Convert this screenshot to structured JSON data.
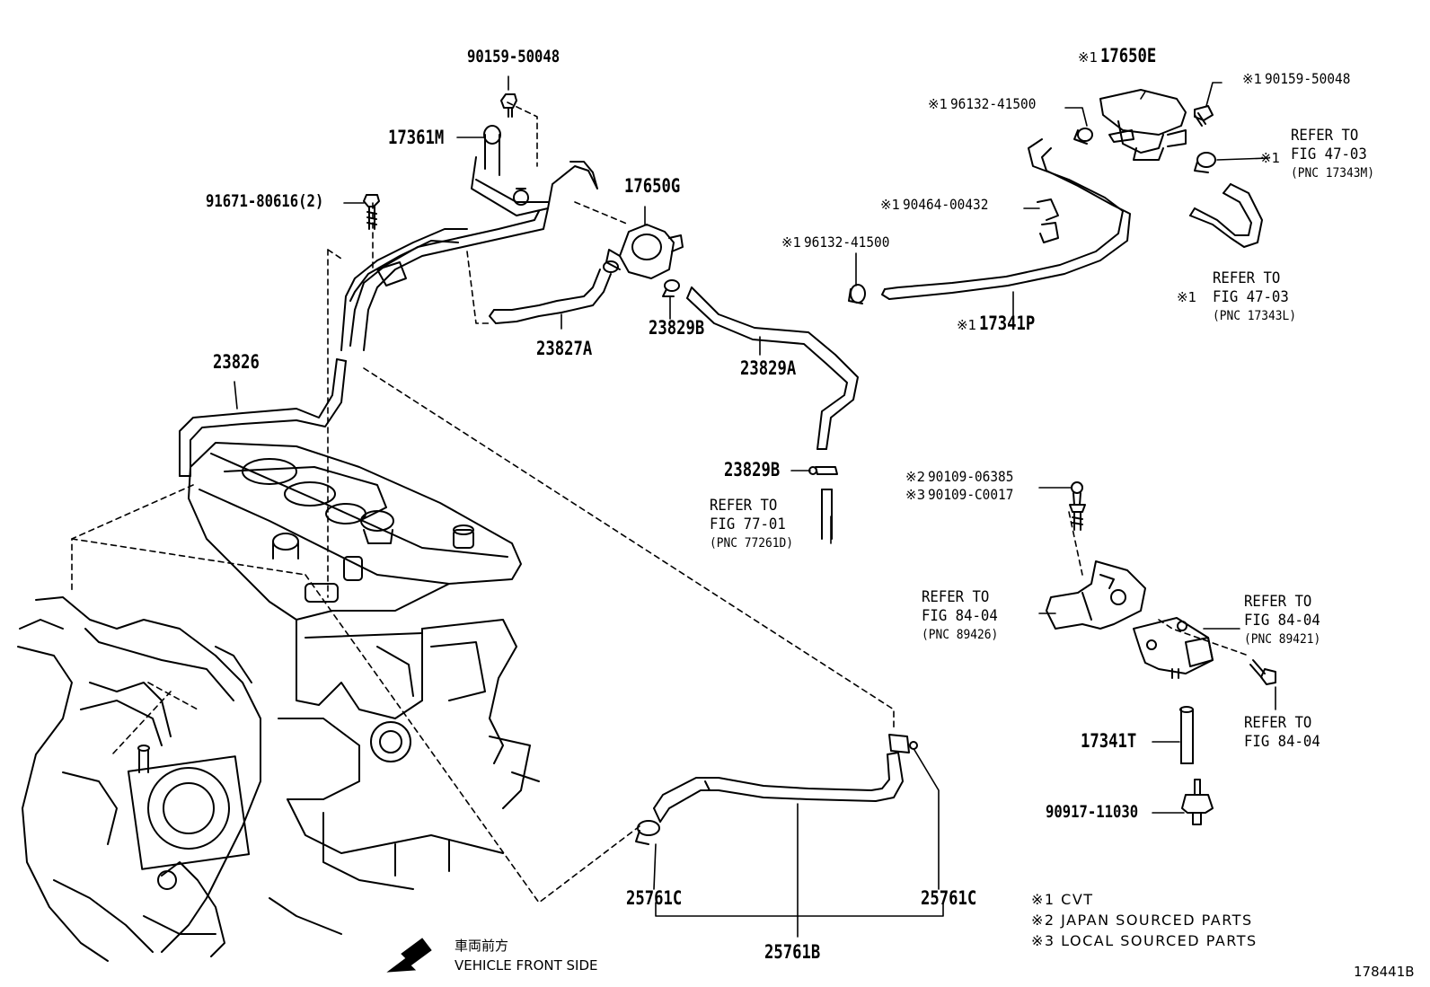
{
  "parts": {
    "p_9015950048_a": "90159-50048",
    "p_17361m": "17361M",
    "p_9167180616": "91671-80616(2)",
    "p_17650g": "17650G",
    "p_23826": "23826",
    "p_23827a": "23827A",
    "p_23829b_a": "23829B",
    "p_23829a": "23829A",
    "p_23829b_b": "23829B",
    "p_17650e": "17650E",
    "p_9613241500_a": "96132-41500",
    "p_9015950048_b": "90159-50048",
    "p_9046400432": "90464-00432",
    "p_9613241500_b": "96132-41500",
    "p_17341p": "17341P",
    "p_9010906385": "90109-06385",
    "p_90109c0017": "90109-C0017",
    "p_17341t": "17341T",
    "p_9091711030": "90917-11030",
    "p_25761c_a": "25761C",
    "p_25761c_b": "25761C",
    "p_25761b": "25761B"
  },
  "marks": {
    "m1": "※1",
    "m2": "※2",
    "m3": "※3"
  },
  "refs": {
    "r_4703_m": {
      "line1": "REFER TO",
      "line2": "FIG 47-03",
      "pnc": "(PNC 17343M)"
    },
    "r_4703_l": {
      "line1": "REFER TO",
      "line2": "FIG 47-03",
      "pnc": "(PNC 17343L)"
    },
    "r_7701": {
      "line1": "REFER TO",
      "line2": "FIG 77-01",
      "pnc": "(PNC 77261D)"
    },
    "r_8404_a": {
      "line1": "REFER TO",
      "line2": "FIG 84-04",
      "pnc": "(PNC 89426)"
    },
    "r_8404_b": {
      "line1": "REFER TO",
      "line2": "FIG 84-04",
      "pnc": "(PNC 89421)"
    },
    "r_8404_c": {
      "line1": "REFER TO",
      "line2": "FIG 84-04"
    }
  },
  "legend": {
    "l1": "※1  CVT",
    "l2": "※2  JAPAN SOURCED PARTS",
    "l3": "※3  LOCAL SOURCED PARTS"
  },
  "direction": {
    "jp": "車両前方",
    "en": "VEHICLE FRONT SIDE"
  },
  "figure_id": "178441B"
}
